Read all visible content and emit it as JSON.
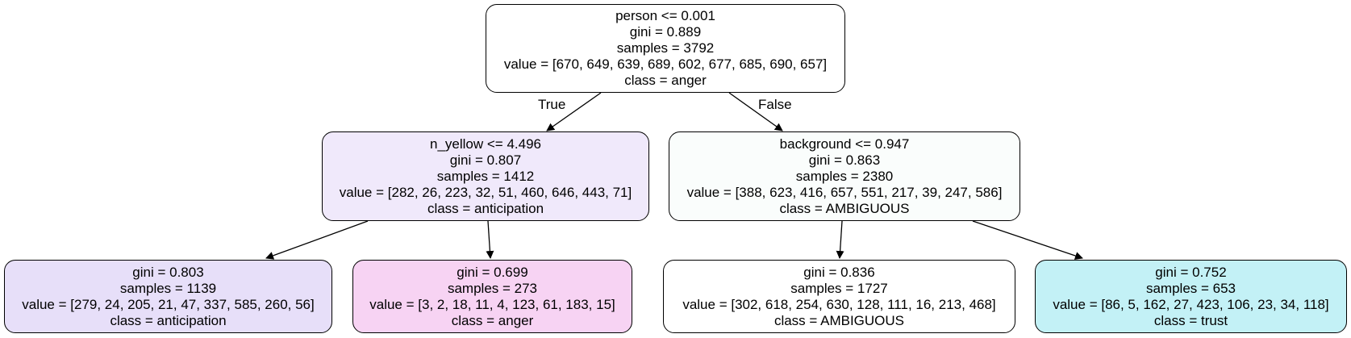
{
  "nodes": {
    "root": {
      "split": "person <= 0.001",
      "gini": "gini = 0.889",
      "samples": "samples = 3792",
      "value": "value = [670, 649, 639, 689, 602, 677, 685, 690, 657]",
      "class": "class = anger",
      "color": "#ffffff"
    },
    "left": {
      "split": "n_yellow <= 4.496",
      "gini": "gini = 0.807",
      "samples": "samples = 1412",
      "value": "value = [282, 26, 223, 32, 51, 460, 646, 443, 71]",
      "class": "class = anticipation",
      "color": "#f0e9fb"
    },
    "right": {
      "split": "background <= 0.947",
      "gini": "gini = 0.863",
      "samples": "samples = 2380",
      "value": "value = [388, 623, 416, 657, 551, 217, 39, 247, 586]",
      "class": "class = AMBIGUOUS",
      "color": "#fafdfc"
    },
    "leaf1": {
      "gini": "gini = 0.803",
      "samples": "samples = 1139",
      "value": "value = [279, 24, 205, 21, 47, 337, 585, 260, 56]",
      "class": "class = anticipation",
      "color": "#e7dff9"
    },
    "leaf2": {
      "gini": "gini = 0.699",
      "samples": "samples = 273",
      "value": "value = [3, 2, 18, 11, 4, 123, 61, 183, 15]",
      "class": "class = anger",
      "color": "#f7d3f3"
    },
    "leaf3": {
      "gini": "gini = 0.836",
      "samples": "samples = 1727",
      "value": "value = [302, 618, 254, 630, 128, 111, 16, 213, 468]",
      "class": "class = AMBIGUOUS",
      "color": "#ffffff"
    },
    "leaf4": {
      "gini": "gini = 0.752",
      "samples": "samples = 653",
      "value": "value = [86, 5, 162, 27, 423, 106, 23, 34, 118]",
      "class": "class = trust",
      "color": "#c3f1f6"
    }
  },
  "edge_labels": {
    "true_label": "True",
    "false_label": "False"
  }
}
